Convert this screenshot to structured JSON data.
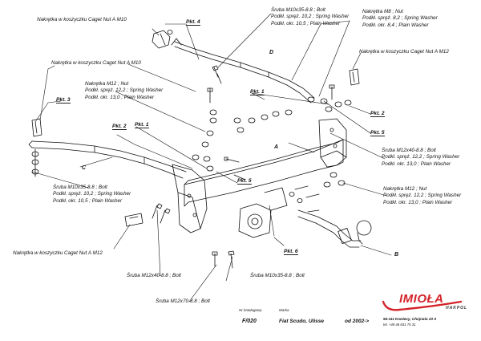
{
  "labels": {
    "nut_m10_a": "Nakrętka w koszyczku Caget Nut A M10",
    "nut_m10_b": "Nakrętka w koszyczku Caget Nut A M10",
    "nut_m12_cage": "Nakrętka w koszyczku Caget Nut A M12",
    "nut_m12_cage_bottom": "Nakrętka w koszyczku Caget Nut A M12",
    "bolt_m10_top": [
      "Śruba M10x35-8.8 ; Bolt",
      "Podkł. spręż. 10,2 ; Spring Washer",
      "Podkł. okr. 10,5 ; Plain Washer"
    ],
    "nut_m8": [
      "Nakrętka M8 ; Nut",
      "Podkł. spręż. 8,2 ; Spring Washer",
      "Podkł. okr. 8,4 ; Plain Washer"
    ],
    "nut_m12_left": [
      "Nakrętka  M12 ; Nut",
      "Podkł. spręż. 12,2 ; Spring Washer",
      "Podkł. okr. 13,0 ; Plain Washer"
    ],
    "bolt_m12_right": [
      "Śruba M12x40-8.8 ; Bolt",
      "Podkł. spręż. 12,2 ; Spring Washer",
      "Podkł. okr. 13,0 ; Plain Washer"
    ],
    "bolt_m10_left": [
      "Śruba M10x35-8.8 ; Bolt",
      "Podkł. spręż. 10,2 ; Spring Washer",
      "Podkł. okr. 10,5 ; Plain Washer"
    ],
    "nut_m12_right": [
      "Nakrętka  M12 ; Nut",
      "Podkł. spręż. 12,2 ; Spring Washer",
      "Podkł. okr. 13,0 ; Plain Washer"
    ],
    "bolt_m12x40": "Śruba M12x40-8.8 ; Bolt",
    "bolt_m10x35_bottom": "Śruba M10x35-8.8 ; Bolt",
    "bolt_m12x70": "Śruba M12x70-8.8 ; Bolt"
  },
  "points": {
    "pkt4": "Pkt. 4",
    "pkt3": "Pkt. 3",
    "pkt1_top": "Pkt. 1",
    "pkt2_right": "Pkt. 2",
    "pkt5_right": "Pkt. 5",
    "pkt2_left": "Pkt. 2",
    "pkt1_left": "Pkt. 1",
    "pkt5_center": "Pkt. 5",
    "pkt6": "Pkt. 6"
  },
  "parts": {
    "A": "A",
    "B": "B",
    "C": "C",
    "D": "D"
  },
  "footer": {
    "catalog_header": "Nr katalogowy",
    "catalog_number": "F/020",
    "brand_header": "Marka",
    "model": "Fiat Scudo, Ulisse",
    "year": "od  2002->",
    "logo_name": "IMIOŁA",
    "logo_sub": "HAKPOL",
    "address_1": "94-111 Kowiecy, Chojnata 23 A",
    "address_2": "tel. +48 46 831 75 31"
  },
  "colors": {
    "ink": "#111111",
    "logo_red": "#d4232a"
  }
}
